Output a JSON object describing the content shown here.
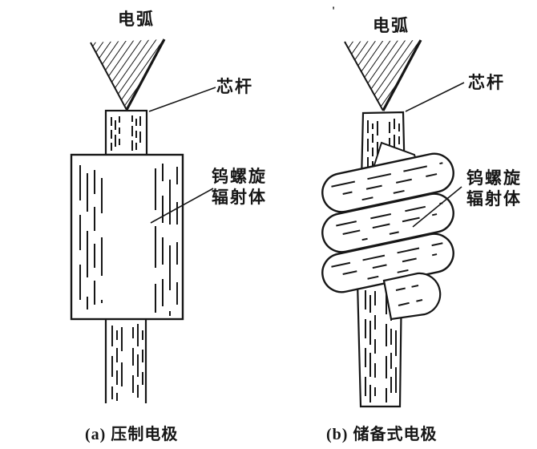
{
  "colors": {
    "background": "#ffffff",
    "ink": "#161616"
  },
  "figure_a": {
    "arc_label": "电弧",
    "core_rod_label": "芯杆",
    "radiator_label_line1": "钨螺旋",
    "radiator_label_line2": "辐射体",
    "caption": "(a) 压制电极"
  },
  "figure_b": {
    "arc_label": "电弧",
    "core_rod_label": "芯杆",
    "radiator_label_line1": "钨螺旋",
    "radiator_label_line2": "辐射体",
    "caption": "(b) 储备式电极",
    "stray_mark": "'"
  }
}
